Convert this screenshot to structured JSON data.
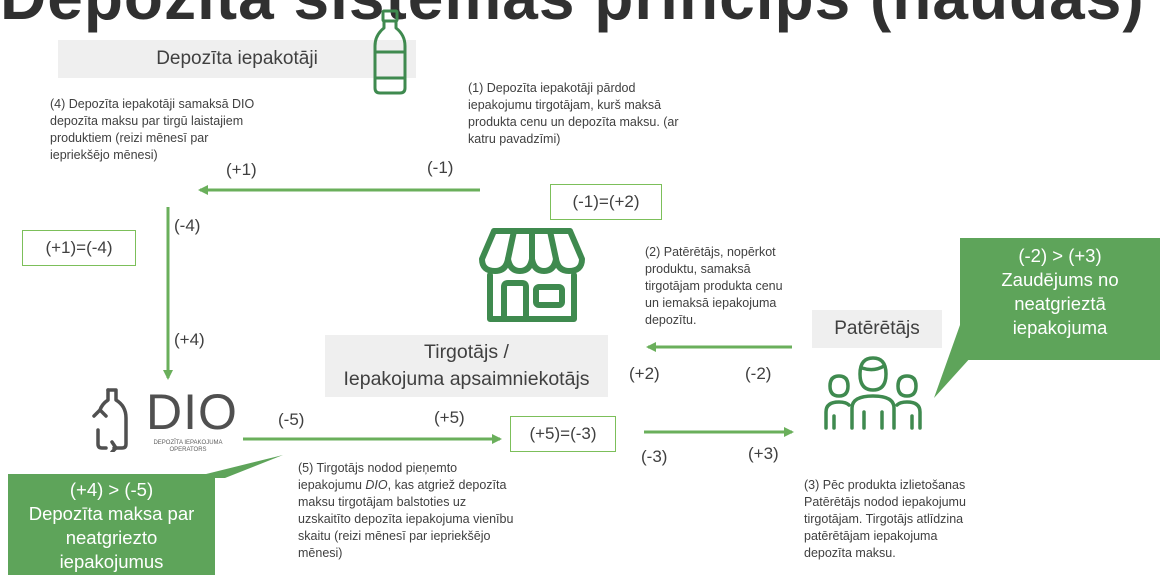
{
  "title": "Depozīta sistēmas princips (naudas)",
  "boxes": {
    "packers": "Depozīta iepakotāji",
    "retailer_line1": "Tirgotājs /",
    "retailer_line2": "Iepakojuma apsaimniekotājs",
    "consumer": "Patērētājs"
  },
  "dio": {
    "name": "DIO",
    "sub1": "DEPOZĪTA IEPAKOJUMA",
    "sub2": "OPERATORS"
  },
  "notes": {
    "n1": [
      "(1) Depozīta iepakotāji pārdod",
      "iepakojumu tirgotājam, kurš maksā",
      "produkta cenu un depozīta maksu. (ar",
      "katru pavadzīmi)"
    ],
    "n2": [
      "(2) Patērētājs, nopērkot",
      "produktu, samaksā",
      "tirgotājam produkta cenu",
      "un iemaksā iepakojuma",
      "depozītu."
    ],
    "n3": [
      "(3) Pēc produkta izlietošanas",
      "Patērētājs nodod iepakojumu",
      "tirgotājam. Tirgotājs atlīdzina",
      "patērētājam iepakojuma",
      "depozīta maksu."
    ],
    "n4": [
      "(4) Depozīta iepakotāji samaksā DIO",
      "depozīta maksu par  tirgū laistajiem",
      "produktiem (reizi mēnesī par",
      "iepriekšējo mēnesi)"
    ],
    "n5_a": "(5) Tirgotājs nodod pieņemto",
    "n5_b_pre": "iepakojumu ",
    "n5_b_em": "DIO",
    "n5_b_post": ", kas atgriež depozīta",
    "n5_rest": [
      "maksu tirgotājam balstoties uz",
      "uzskaitīto depozīta iepakojuma vienību",
      "skaitu (reizi mēnesī par iepriekšējo",
      "mēnesi)"
    ]
  },
  "labels": {
    "p1_left": "(+1)",
    "m1_right": "(-1)",
    "m4": "(-4)",
    "p4": "(+4)",
    "m5": "(-5)",
    "p5": "(+5)",
    "p2": "(+2)",
    "m2": "(-2)",
    "m3": "(-3)",
    "p3": "(+3)"
  },
  "equations": {
    "e1": "(-1)=(+2)",
    "e2": "(+1)=(-4)",
    "e3": "(+5)=(-3)"
  },
  "callouts": {
    "consumer": [
      "(-2) > (+3)",
      "Zaudējums no",
      "neatgrieztā",
      "iepakojuma"
    ],
    "dio": [
      "(+4) > (-5)",
      "Depozīta maksa par",
      "neatgriezto",
      "iepakojumus"
    ]
  },
  "colors": {
    "green_arrow": "#6aaf5b",
    "green_icon": "#3f8a4f",
    "callout_fill": "#5ea45a",
    "box_border": "#7cbf5a",
    "gray_box": "#efefef"
  },
  "icons": [
    "bottle-icon",
    "store-icon",
    "people-icon",
    "dio-logo-icon"
  ]
}
